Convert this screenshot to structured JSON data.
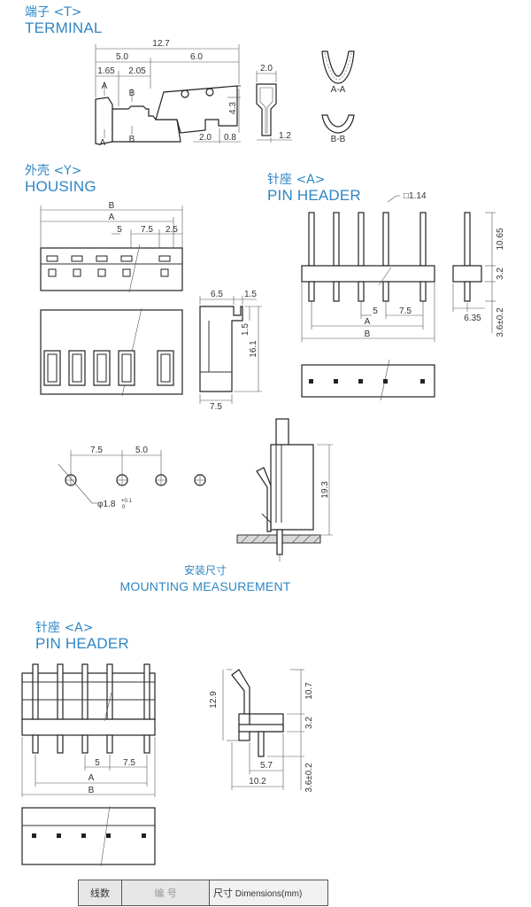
{
  "sections": {
    "terminal": {
      "cn": "端子 <T>",
      "en": "TERMINAL"
    },
    "housing": {
      "cn": "外壳 <Y>",
      "en": "HOUSING"
    },
    "pin_header_straight": {
      "cn": "针座 <A>",
      "en": "PIN HEADER"
    },
    "mounting": {
      "cn": "安装尺寸",
      "en": "MOUNTING MEASUREMENT"
    },
    "pin_header_right_angle": {
      "cn": "针座 <A>",
      "en": "PIN HEADER"
    }
  },
  "terminal_dims": {
    "d12_7": "12.7",
    "d5_0": "5.0",
    "d6_0": "6.0",
    "d1_65": "1.65",
    "d2_05": "2.05",
    "d2_0_top": "2.0",
    "d4_3": "4.3",
    "d2_0_bottom": "2.0",
    "d0_8": "0.8",
    "d1_2": "1.2",
    "label_A_top": "A",
    "label_B_top": "B",
    "label_A_bottom": "A",
    "label_B_bottom": "B",
    "section_aa": "A-A",
    "section_bb": "B-B"
  },
  "housing_dims": {
    "B": "B",
    "A": "A",
    "d5": "5",
    "d7_5": "7.5",
    "d2_5": "2.5",
    "d6_5": "6.5",
    "d1_5_top": "1.5",
    "d1_5_side": "1.5",
    "d16_1": "16.1",
    "d7_5_bottom": "7.5"
  },
  "pin_header_dims": {
    "pin_size": "□1.14",
    "d10_65": "10.65",
    "d3_2": "3.2",
    "d6_35": "6.35",
    "d3_6": "3.6±0.2",
    "d5": "5",
    "d7_5": "7.5",
    "A": "A",
    "B": "B"
  },
  "mounting_dims": {
    "d7_5": "7.5",
    "d5_0": "5.0",
    "hole": "φ1.8",
    "hole_tol_top": "+0.1",
    "hole_tol_bottom": "0",
    "d19_3": "19.3"
  },
  "ra_header_dims": {
    "d5": "5",
    "d7_5": "7.5",
    "A": "A",
    "B": "B",
    "d12_9": "12.9",
    "d10_7": "10.7",
    "d3_2": "3.2",
    "d5_7": "5.7",
    "d10_2": "10.2",
    "d3_6": "3.6±0.2"
  },
  "table": {
    "col_wires": "线数",
    "col_part_no": "编 号",
    "col_dimensions_cn": "尺寸",
    "col_dimensions_en": "Dimensions(mm)"
  }
}
